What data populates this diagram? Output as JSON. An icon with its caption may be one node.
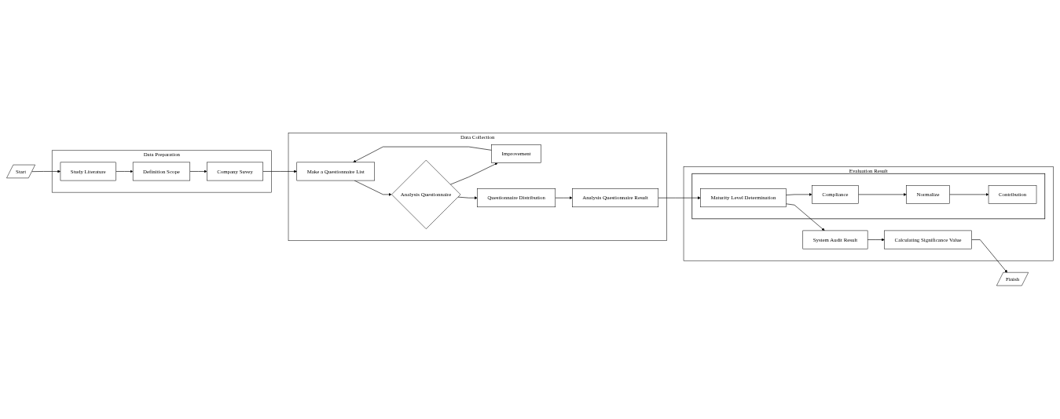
{
  "diagram": {
    "nodes": [
      {
        "text": [
          "Start"
        ]
      },
      {
        "text": [
          "Data Preparation"
        ]
      },
      {
        "text": [
          "Study Literature"
        ],
        "in": 1
      },
      {
        "text": [
          "Definition Scope"
        ],
        "in": 1
      },
      {
        "text": [
          "Company Suvey"
        ],
        "in": 1
      },
      {
        "text": [
          "Data Collection"
        ]
      },
      {
        "text": [
          "Make a Questionnaire List"
        ],
        "in": 5
      },
      {
        "text": [
          "Analysis Questionnaire"
        ],
        "in": 5
      },
      {
        "text": [
          "Improvement"
        ],
        "in": 5
      },
      {
        "text": [
          "Questionnaire Distribution"
        ],
        "in": 5
      },
      {
        "text": [
          "Analysis Questionnaire Result"
        ],
        "in": 5
      },
      {
        "text": [
          "Evaluation Result"
        ]
      },
      {
        "text": [],
        "shape": "box",
        "in": 11
      },
      {
        "text": [
          "Maturity Level Determination"
        ],
        "in": 12
      },
      {
        "text": [
          "Compliance"
        ],
        "in": 12
      },
      {
        "text": [
          "Normalize"
        ],
        "in": 12
      },
      {
        "text": [
          "Contribution"
        ],
        "in": 12
      },
      {
        "text": [
          "System Audit Result"
        ],
        "in": 11
      },
      {
        "text": [
          "Calculating Significance Value"
        ],
        "in": 11
      },
      {
        "text": [
          "Finish"
        ]
      }
    ],
    "edges": [
      {
        "from": 0,
        "to": 2,
        "arrow": "to"
      },
      {
        "from": 2,
        "to": 3,
        "arrow": "to"
      },
      {
        "from": 3,
        "to": 4,
        "arrow": "to"
      },
      {
        "from": 4,
        "to": 6,
        "arrow": "to"
      },
      {
        "from": 6,
        "to": 7,
        "arrow": "to"
      },
      {
        "from": 7,
        "to": 8,
        "arrow": "to"
      },
      {
        "from": 8,
        "to": 6,
        "arrow": "to"
      },
      {
        "from": 7,
        "to": 9,
        "arrow": "to"
      },
      {
        "from": 9,
        "to": 10,
        "arrow": "to"
      },
      {
        "from": 10,
        "to": 13,
        "arrow": "to"
      },
      {
        "from": 13,
        "to": 14,
        "arrow": "to"
      },
      {
        "from": 14,
        "to": 15,
        "arrow": "to"
      },
      {
        "from": 15,
        "to": 16,
        "arrow": "to"
      },
      {
        "from": 13,
        "to": 17,
        "arrow": "to"
      },
      {
        "from": 17,
        "to": 18,
        "arrow": "to"
      },
      {
        "from": 18,
        "to": 19,
        "arrow": "to"
      }
    ]
  }
}
